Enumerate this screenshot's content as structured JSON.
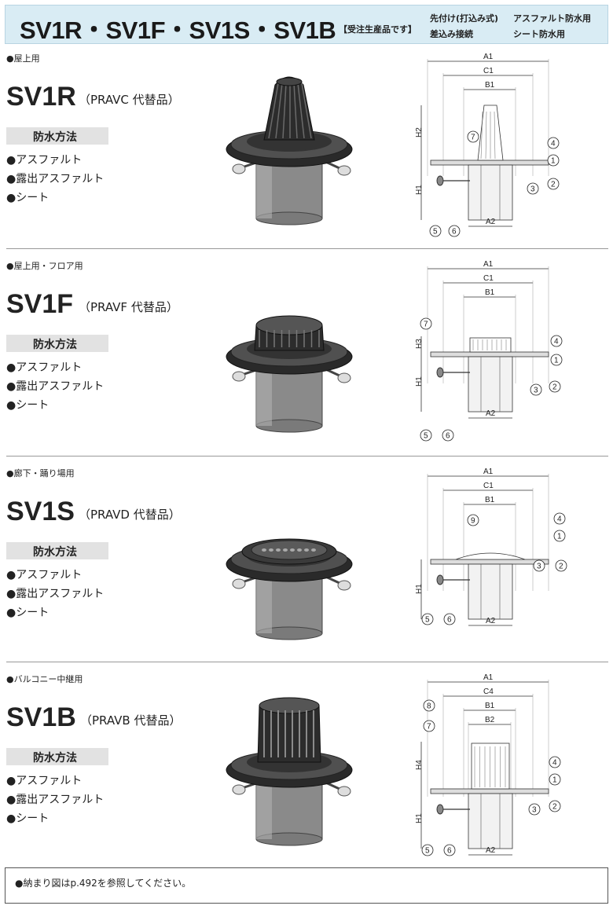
{
  "header": {
    "title": "SV1R・SV1F・SV1S・SV1B",
    "order_note": "【受注生産品です】",
    "connection_1": "先付け(打込み式)",
    "connection_2": "差込み接続",
    "waterproof_1": "アスファルト防水用",
    "waterproof_2": "シート防水用"
  },
  "method_heading": "防水方法",
  "methods": [
    "●アスファルト",
    "●露出アスファルト",
    "●シート"
  ],
  "sections": [
    {
      "usage": "●屋上用",
      "model": "SV1R",
      "alt": "（PRAVC 代替品）",
      "diagram_labels": {
        "top1": "A1",
        "top2": "C1",
        "top3": "B1",
        "height_upper": "H2",
        "height_lower": "H1",
        "bottom": "A2"
      },
      "callouts": [
        "7",
        "4",
        "1",
        "3",
        "2",
        "5",
        "6"
      ]
    },
    {
      "usage": "●屋上用・フロア用",
      "model": "SV1F",
      "alt": "（PRAVF 代替品）",
      "diagram_labels": {
        "top1": "A1",
        "top2": "C1",
        "top3": "B1",
        "height_upper": "H3",
        "height_lower": "H1",
        "bottom": "A2"
      },
      "callouts": [
        "7",
        "4",
        "1",
        "3",
        "2",
        "5",
        "6"
      ]
    },
    {
      "usage": "●廊下・踊り場用",
      "model": "SV1S",
      "alt": "（PRAVD 代替品）",
      "diagram_labels": {
        "top1": "A1",
        "top2": "C1",
        "top3": "B1",
        "height_upper": "",
        "height_lower": "H1",
        "bottom": "A2"
      },
      "callouts": [
        "9",
        "4",
        "1",
        "3",
        "2",
        "5",
        "6"
      ]
    },
    {
      "usage": "●バルコニー中継用",
      "model": "SV1B",
      "alt": "（PRAVB 代替品）",
      "diagram_labels": {
        "top1": "A1",
        "top2": "C4",
        "top3": "B1",
        "top4": "B2",
        "height_upper": "H4",
        "height_lower": "H1",
        "bottom": "A2"
      },
      "callouts": [
        "8",
        "7",
        "4",
        "1",
        "3",
        "2",
        "5",
        "6"
      ]
    }
  ],
  "footer": "●納まり図はp.492を参照してください。"
}
